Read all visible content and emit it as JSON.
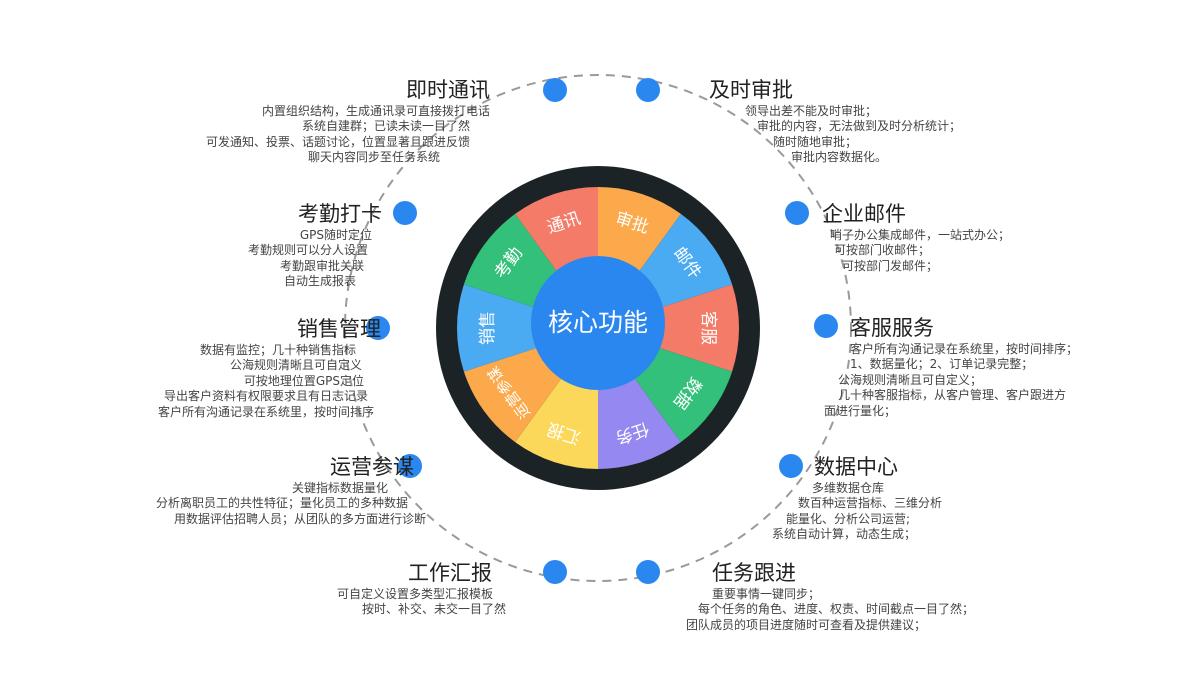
{
  "center": {
    "label": "核心功能",
    "color": "#2b87f0"
  },
  "colors": {
    "rim": "#1c2326",
    "dots": "#2b87f0",
    "dashed_ring": "#9a9a9a"
  },
  "wedges": [
    {
      "label": "审批",
      "color": "#fba94a"
    },
    {
      "label": "邮件",
      "color": "#4aaaf2"
    },
    {
      "label": "客服",
      "color": "#f37b68"
    },
    {
      "label": "数据",
      "color": "#33c07a"
    },
    {
      "label": "任务",
      "color": "#9588f1"
    },
    {
      "label": "汇报",
      "color": "#fbd85a"
    },
    {
      "label": "运营参谋",
      "color": "#fba94a"
    },
    {
      "label": "销售",
      "color": "#4aaaf2"
    },
    {
      "label": "考勤",
      "color": "#33c07a"
    },
    {
      "label": "通讯",
      "color": "#f37b68"
    }
  ],
  "features": {
    "im": {
      "title": "即时通讯",
      "lines": [
        "内置组织结构，生成通讯录可直接拨打电话",
        "系统自建群；已读未读一目了然",
        "可发通知、投票、话题讨论，位置显著且跟进反馈",
        "聊天内容同步至任务系统"
      ]
    },
    "attendance": {
      "title": "考勤打卡",
      "lines": [
        "GPS随时定位",
        "考勤规则可以分人设置",
        "考勤跟审批关联",
        "自动生成报表"
      ]
    },
    "sales": {
      "title": "销售管理",
      "lines": [
        "数据有监控；几十种销售指标",
        "公海规则清晰且可自定义",
        "可按地理位置GPS定位",
        "导出客户资料有权限要求且有日志记录",
        "客户所有沟通记录在系统里，按时间排序"
      ]
    },
    "operations": {
      "title": "运营参谋",
      "lines": [
        "关键指标数据量化",
        "分析离职员工的共性特征；量化员工的多种数据",
        "用数据评估招聘人员；从团队的多方面进行诊断"
      ]
    },
    "report": {
      "title": "工作汇报",
      "lines": [
        "可自定义设置多类型汇报模板",
        "按时、补交、未交一目了然"
      ]
    },
    "approval": {
      "title": "及时审批",
      "lines": [
        "领导出差不能及时审批；",
        "审批的内容，无法做到及时分析统计；",
        "随时随地审批；",
        "审批内容数据化。"
      ]
    },
    "mail": {
      "title": "企业邮件",
      "lines": [
        "哨子办公集成邮件，一站式办公；",
        "可按部门收邮件；",
        "可按部门发邮件；"
      ]
    },
    "service": {
      "title": "客服服务",
      "lines": [
        "客户所有沟通记录在系统里，按时间排序；",
        "1、数据量化；2、订单记录完整；",
        "公海规则清晰且可自定义；",
        "几十种客服指标，从客户管理、客户跟进方",
        "面进行量化；"
      ]
    },
    "data": {
      "title": "数据中心",
      "lines": [
        "多维数据仓库",
        "数百种运营指标、三维分析",
        "能量化、分析公司运营;",
        "系统自动计算，动态生成；"
      ]
    },
    "task": {
      "title": "任务跟进",
      "lines": [
        "重要事情一键同步；",
        "每个任务的角色、进度、权责、时间截点一目了然；",
        "团队成员的项目进度随时可查看及提供建议；"
      ]
    }
  }
}
